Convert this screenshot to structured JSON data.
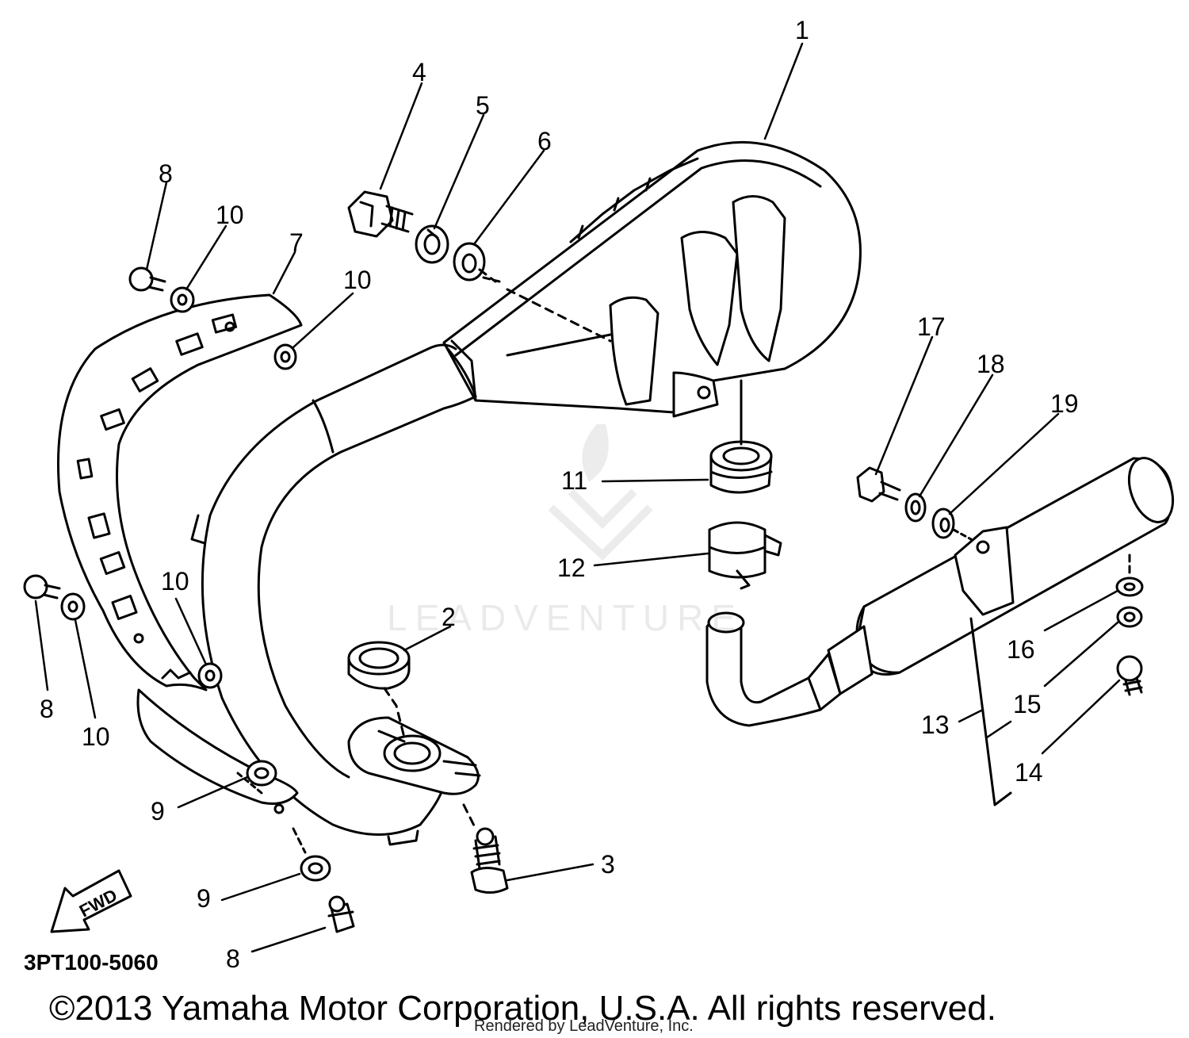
{
  "diagram": {
    "part_code": "3PT100-5060",
    "copyright": "©2013 Yamaha Motor Corporation, U.S.A. All rights reserved.",
    "rendered_by": "Rendered by LeadVenture, Inc.",
    "watermark": "LEADVENTURE",
    "fwd_label": "FWD",
    "callouts": {
      "c1": "1",
      "c2": "2",
      "c3": "3",
      "c4": "4",
      "c5": "5",
      "c6": "6",
      "c7": "7",
      "c8a": "8",
      "c8b": "8",
      "c8c": "8",
      "c9a": "9",
      "c9b": "9",
      "c10a": "10",
      "c10b": "10",
      "c10c": "10",
      "c10d": "10",
      "c11": "11",
      "c12": "12",
      "c13": "13",
      "c14": "14",
      "c15": "15",
      "c16": "16",
      "c17": "17",
      "c18": "18",
      "c19": "19"
    }
  }
}
